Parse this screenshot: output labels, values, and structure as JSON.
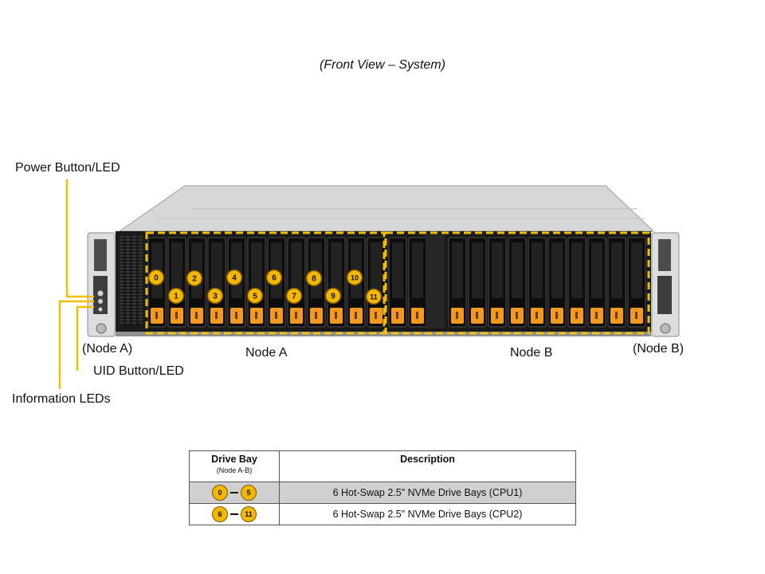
{
  "caption": "(Front View – System)",
  "labels": {
    "power": "Power Button/LED",
    "uid": "UID Button/LED",
    "info": "Information LEDs",
    "node_a_side": "(Node A)",
    "node_b_side": "(Node B)",
    "node_a": "Node A",
    "node_b": "Node B"
  },
  "bay_numbers": [
    "0",
    "1",
    "2",
    "3",
    "4",
    "5",
    "6",
    "7",
    "8",
    "9",
    "10",
    "11"
  ],
  "table": {
    "header_bay": "Drive Bay",
    "header_bay_sub": "(Node A-B)",
    "header_desc": "Description",
    "rows": [
      {
        "from": "0",
        "to": "5",
        "desc": "6 Hot-Swap 2.5\" NVMe Drive Bays (CPU1)"
      },
      {
        "from": "6",
        "to": "11",
        "desc": "6 Hot-Swap 2.5\" NVMe Drive Bays (CPU2)"
      }
    ]
  },
  "colors": {
    "accent": "#f5b800",
    "callout_line": "#f0c000",
    "tray_orange": "#f39a1e",
    "chassis_dark": "#1a1a1a",
    "chassis_light": "#c9cbcd"
  }
}
